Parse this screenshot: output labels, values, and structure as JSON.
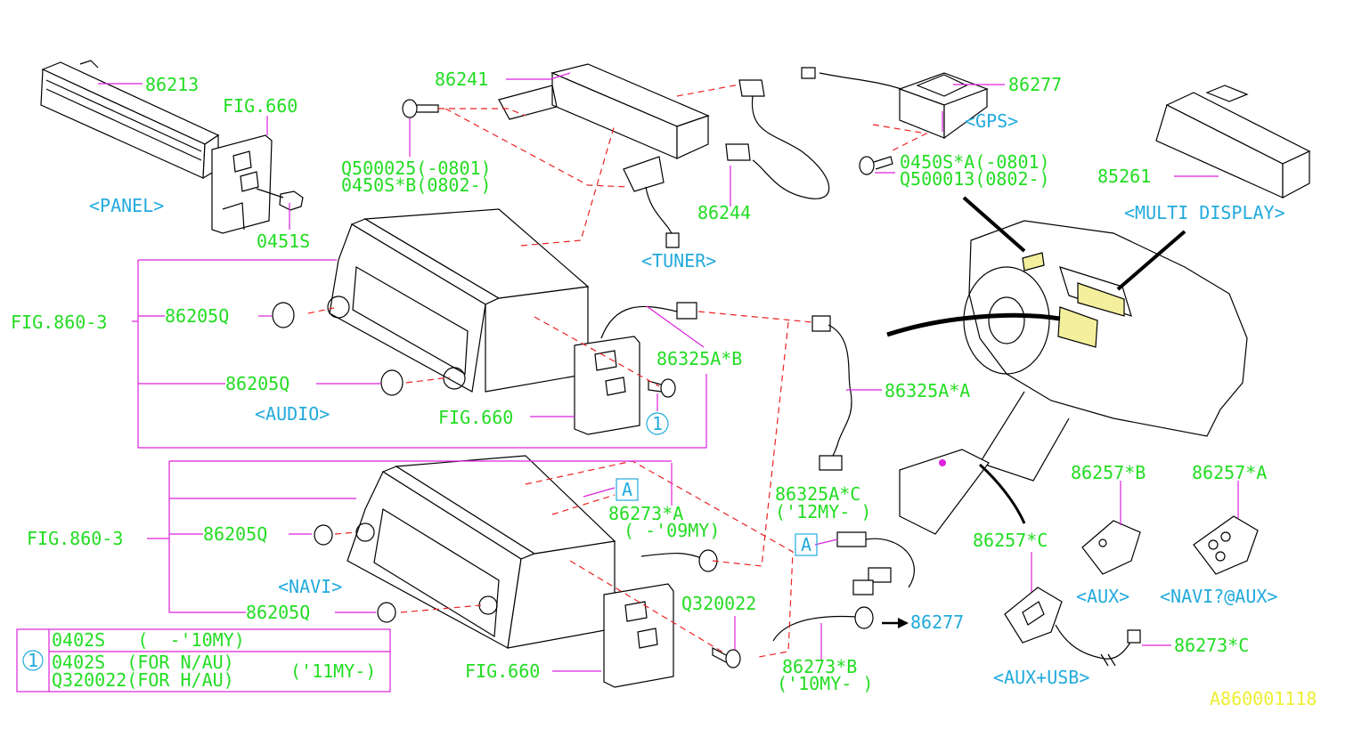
{
  "labels": {
    "p86213": "86213",
    "fig660_top": "FIG.660",
    "panel": "<PANEL>",
    "p0451s": "0451S",
    "p86241": "86241",
    "q500025": "Q500025(-0801)",
    "p0450s_b": "0450S*B(0802-)",
    "tuner": "<TUNER>",
    "p86244": "86244",
    "p86277_top": "86277",
    "gps": "<GPS>",
    "p0450s_a": "0450S*A(-0801)",
    "q500013": "Q500013(0802-)",
    "p85261": "85261",
    "multi_display": "<MULTI DISPLAY>",
    "fig860_3_audio": "FIG.860-3",
    "p86205q_a1": "86205Q",
    "p86205q_a2": "86205Q",
    "audio": "<AUDIO>",
    "p86325a_b": "86325A*B",
    "fig660_mid": "FIG.660",
    "circle1": "1",
    "p86325a_a": "86325A*A",
    "p86325a_c": "86325A*C",
    "p86325a_c_range": "('12MY-  )",
    "boxA1": "A",
    "boxA2": "A",
    "p86273_a": "86273*A",
    "p86273_a_range": "( -'09MY)",
    "fig860_3_navi": "FIG.860-3",
    "p86205q_n1": "86205Q",
    "p86205q_n2": "86205Q",
    "navi": "<NAVI>",
    "q320022": "Q320022",
    "fig660_bot": "FIG.660",
    "p86273_b": "86273*B",
    "p86273_b_range": "('10MY-  )",
    "p86277_bot": "86277",
    "p86257_b": "86257*B",
    "p86257_a": "86257*A",
    "p86257_c": "86257*C",
    "aux": "<AUX>",
    "navi_aux": "<NAVI?@AUX>",
    "p86273_c": "86273*C",
    "aux_usb": "<AUX+USB>",
    "diagram_code": "A860001118"
  },
  "legend": {
    "marker": "1",
    "row1": "0402S   (  -'10MY)",
    "row2": "0402S  (FOR N/AU)",
    "row3": "Q320022(FOR H/AU)",
    "range": "('11MY-)"
  },
  "colors": {
    "part_number": "#22dd22",
    "caption": "#22aadd",
    "leader": "#dd22dd",
    "dashed_link": "#ee2222",
    "diagram_code": "#eeee33"
  }
}
